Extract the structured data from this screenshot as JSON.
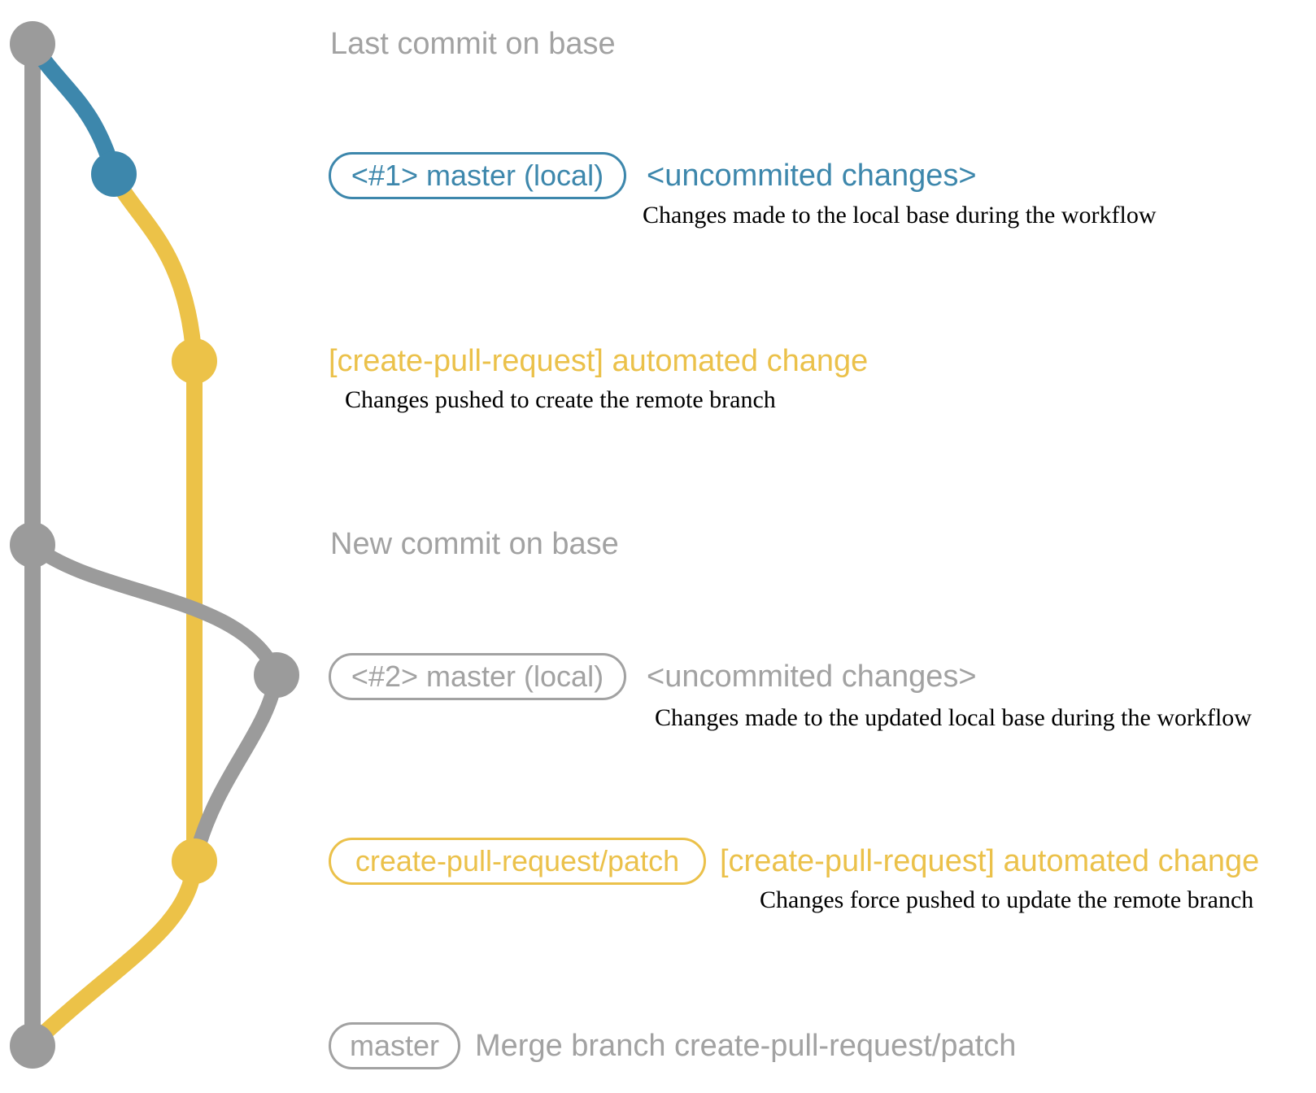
{
  "colors": {
    "blue": "#3d87ac",
    "yellow": "#ecc248",
    "graph_gray": "#9b9b9b",
    "text_gray": "#a2a2a2",
    "description_text": "#000000",
    "background": "#ffffff"
  },
  "annotations": {
    "last_commit_label": "Last commit on base",
    "new_commit_label": "New commit on base",
    "group1": {
      "badge": "<#1> master (local)",
      "tag": "<uncommited changes>",
      "description": "Changes made to the local base during the workflow"
    },
    "push1": {
      "title": "[create-pull-request] automated change",
      "description": "Changes pushed to create the remote branch"
    },
    "group2": {
      "badge": "<#2> master (local)",
      "tag": "<uncommited changes>",
      "description": "Changes made to the updated local base during the workflow"
    },
    "push2": {
      "badge": "create-pull-request/patch",
      "title": "[create-pull-request] automated change",
      "description": "Changes force pushed to update the remote branch"
    },
    "merge": {
      "badge": "master",
      "description": "Merge branch create-pull-request/patch"
    }
  },
  "graph": {
    "branches": [
      "base (master remote)",
      "master (local)",
      "create-pull-request/patch"
    ],
    "commits": [
      {
        "name": "last-commit-on-base",
        "branch": "base",
        "color_key": "graph_gray"
      },
      {
        "name": "local-commit-1",
        "branch": "master-local",
        "color_key": "blue"
      },
      {
        "name": "patch-commit-1",
        "branch": "create-pull-request-patch",
        "color_key": "yellow"
      },
      {
        "name": "new-commit-on-base",
        "branch": "base",
        "color_key": "graph_gray"
      },
      {
        "name": "local-commit-2",
        "branch": "master-local",
        "color_key": "graph_gray"
      },
      {
        "name": "patch-commit-2-force-push",
        "branch": "create-pull-request-patch",
        "color_key": "yellow"
      },
      {
        "name": "merge-commit",
        "branch": "base",
        "color_key": "graph_gray"
      }
    ]
  }
}
